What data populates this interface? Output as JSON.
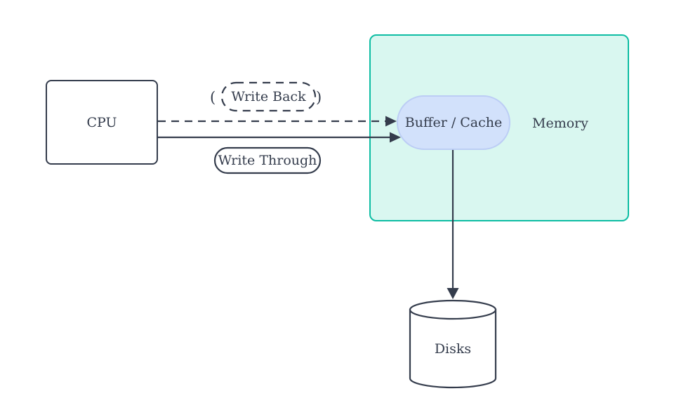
{
  "diagram": {
    "type": "flowchart",
    "nodes": {
      "cpu": {
        "label": "CPU",
        "shape": "rounded-rect"
      },
      "memory": {
        "label": "Memory",
        "shape": "container"
      },
      "buffer_cache": {
        "label": "Buffer / Cache",
        "shape": "stadium"
      },
      "disks": {
        "label": "Disks",
        "shape": "cylinder"
      }
    },
    "edges": {
      "write_back": {
        "from": "CPU",
        "to": "Buffer / Cache",
        "style": "dashed",
        "paren_open": "(",
        "label": "Write Back",
        "paren_close": ")"
      },
      "write_through": {
        "from": "CPU",
        "to": "Buffer / Cache",
        "style": "solid",
        "label": "Write Through"
      },
      "cache_to_disks": {
        "from": "Buffer / Cache",
        "to": "Disks",
        "style": "solid"
      }
    },
    "colors": {
      "background": "#ffffff",
      "line": "#343c4c",
      "text": "#343c4c",
      "memory_border": "#0dbda3",
      "memory_fill": "#d9f7f0",
      "cache_border": "#bccdf5",
      "cache_fill": "#d2e1fb",
      "node_fill": "#ffffff"
    }
  }
}
